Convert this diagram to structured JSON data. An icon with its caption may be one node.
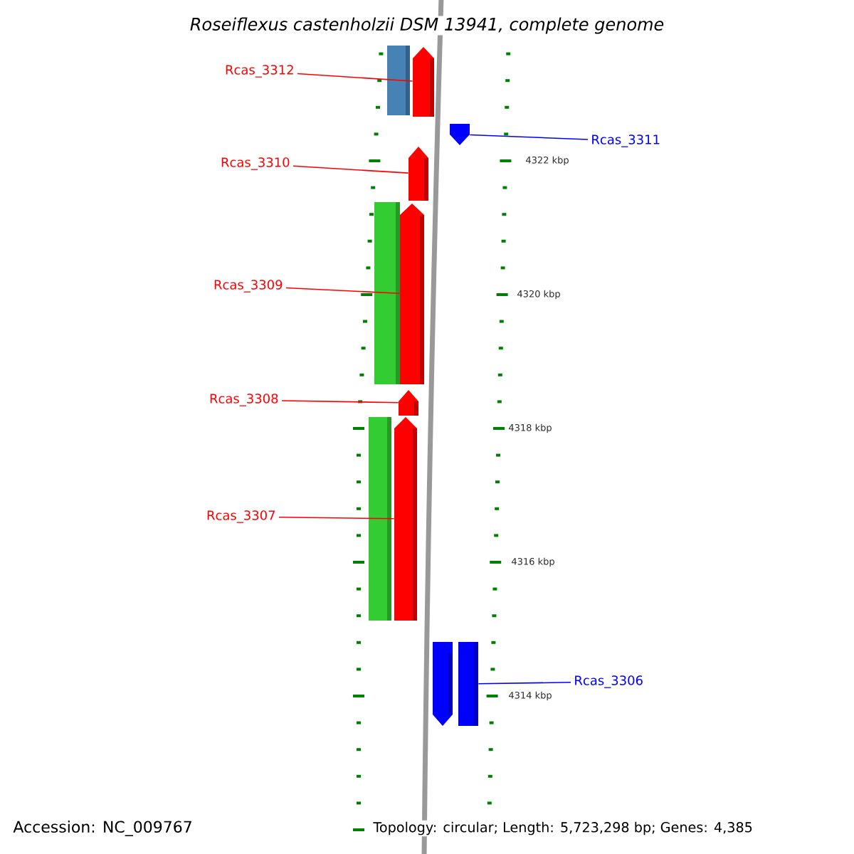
{
  "diagram": {
    "title": "Roseiflexus castenholzii DSM 13941, complete genome",
    "nodes": [
      {
        "text": [],
        "shape": "bar"
      },
      {
        "text": [],
        "shape": "pentagon"
      },
      {
        "text": [
          "Rcas_3312"
        ]
      },
      {
        "text": [],
        "shape": "pentagon"
      },
      {
        "text": [
          "Rcas_3311"
        ]
      },
      {
        "text": [],
        "shape": "pentagon"
      },
      {
        "text": [
          "Rcas_3310"
        ]
      },
      {
        "text": [],
        "shape": "bar"
      },
      {
        "text": [],
        "shape": "pentagon"
      },
      {
        "text": [
          "Rcas_3309"
        ]
      },
      {
        "text": [],
        "shape": "pentagon"
      },
      {
        "text": [
          "Rcas_3308"
        ]
      },
      {
        "text": [],
        "shape": "bar"
      },
      {
        "text": [],
        "shape": "pentagon"
      },
      {
        "text": [
          "Rcas_3307"
        ]
      },
      {
        "text": [],
        "shape": "pentagon"
      },
      {
        "text": [],
        "shape": "bar"
      },
      {
        "text": [
          "Rcas_3306"
        ]
      }
    ],
    "edges": [
      {
        "from": 2,
        "to": 1,
        "arrow": "none"
      },
      {
        "from": 4,
        "to": 3,
        "arrow": "none",
        "color": "#0000ff"
      },
      {
        "from": 6,
        "to": 5,
        "arrow": "none"
      },
      {
        "from": 9,
        "to": 8,
        "arrow": "none"
      },
      {
        "from": 11,
        "to": 10,
        "arrow": "none"
      },
      {
        "from": 14,
        "to": 13,
        "arrow": "none"
      },
      {
        "from": 17,
        "to": 16,
        "arrow": "none",
        "color": "#0000ff"
      }
    ],
    "labels": [
      "4322 kbp",
      "4320 kbp",
      "4318 kbp",
      "4316 kbp",
      "4314 kbp",
      "Accession: NC_009767",
      "Topology: circular; Length: 5,723,298 bp; Genes: 4,385"
    ]
  }
}
